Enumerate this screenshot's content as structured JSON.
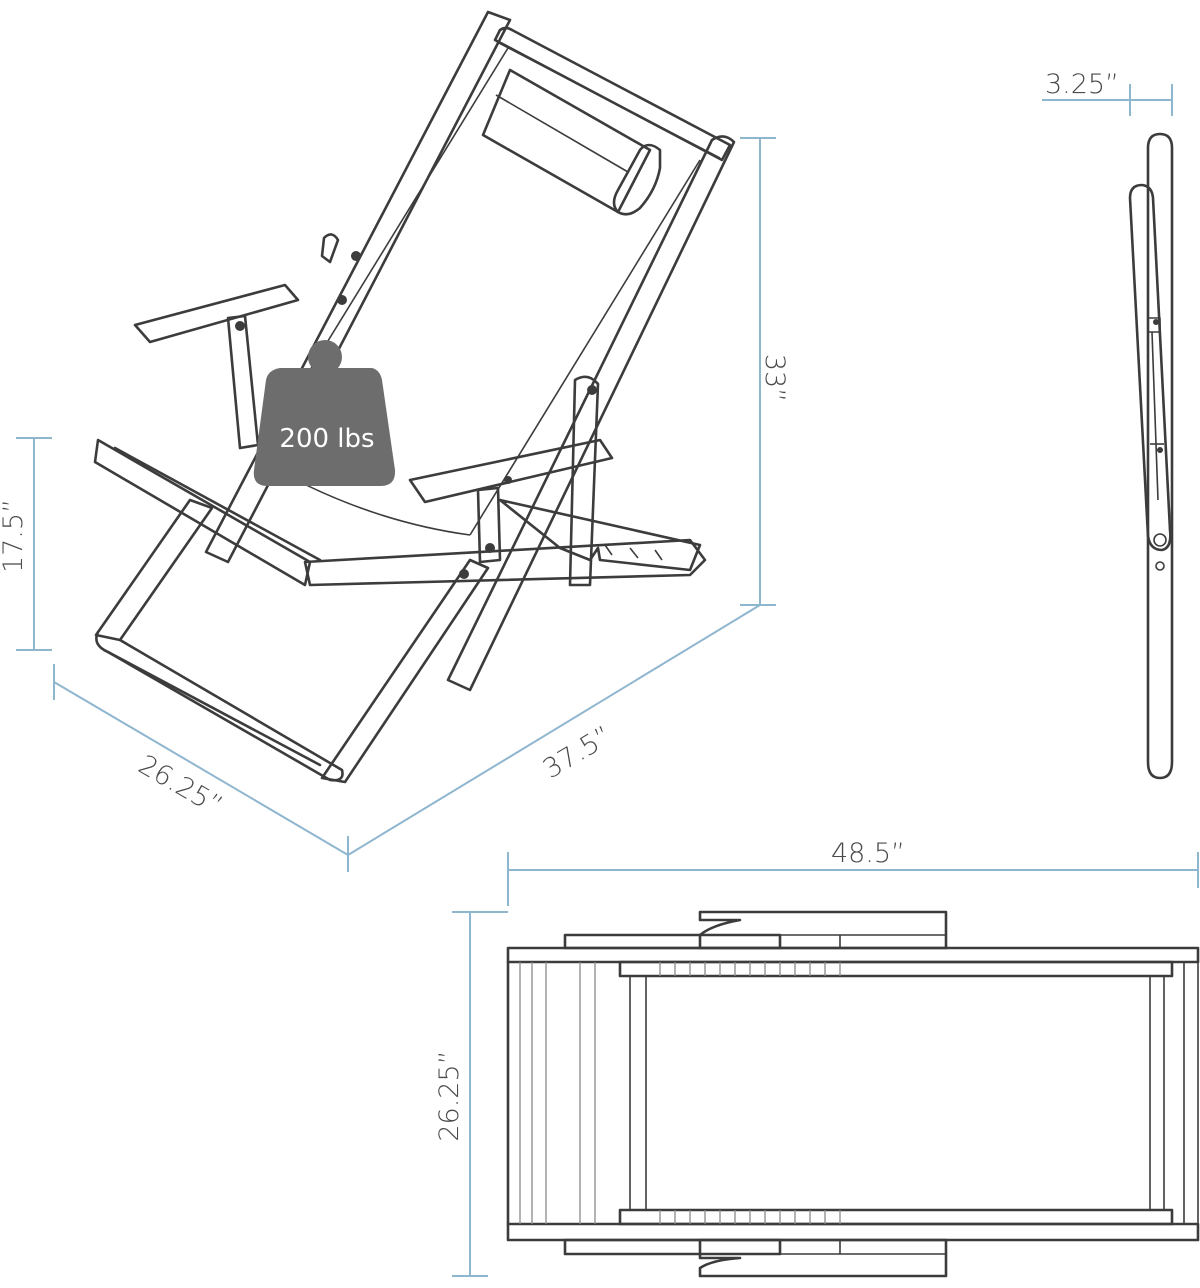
{
  "colors": {
    "outline": "#3c3c3c",
    "dimension": "#8fb6cf",
    "weight": "#6d6d6d",
    "background": "#ffffff"
  },
  "weight": {
    "label": "200 lbs"
  },
  "dimensions": {
    "height_top": "33”",
    "seat_height": "17.5”",
    "depth_front": "26.25”",
    "depth_side": "37.5”",
    "folded_thickness": "3.25”",
    "flat_length": "48.5”",
    "flat_width": "26.25”"
  }
}
